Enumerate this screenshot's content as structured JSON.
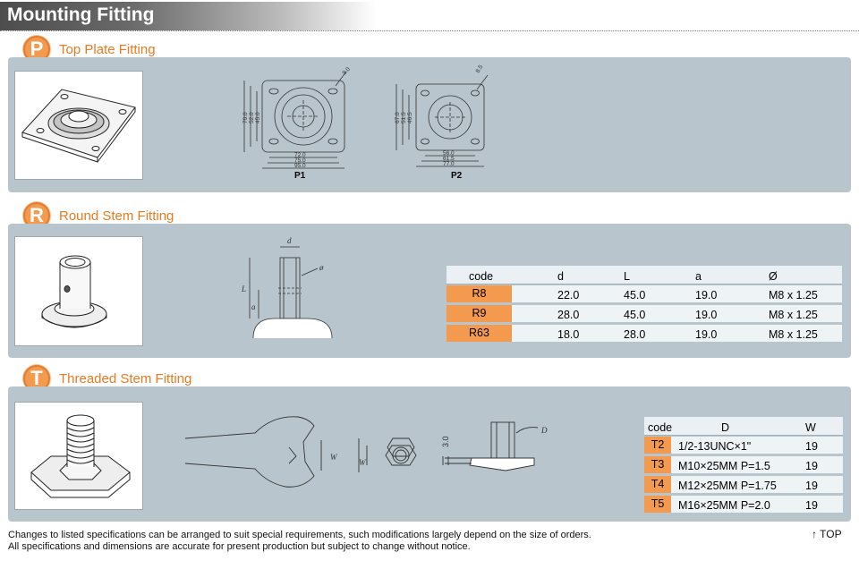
{
  "header": {
    "title": "Mounting Fitting"
  },
  "sections": {
    "p": {
      "badge": "P",
      "title": "Top Plate Fitting",
      "drawings": {
        "p1": {
          "label": "P1",
          "dims_vertical": [
            "70.0",
            "52.0",
            "45.0"
          ],
          "dims_horizontal": [
            "72.0",
            "75.0",
            "95.0"
          ],
          "hole": "9.0"
        },
        "p2": {
          "label": "P2",
          "dims_vertical": [
            "67.0",
            "51.5",
            "46.5"
          ],
          "dims_horizontal": [
            "56.0",
            "61.5",
            "77.0"
          ],
          "hole": "8.5"
        }
      }
    },
    "r": {
      "badge": "R",
      "title": "Round Stem Fitting",
      "drawing_labels": {
        "d": "d",
        "phi": "ø",
        "L": "L",
        "a": "a"
      },
      "table": {
        "headers": [
          "code",
          "d",
          "L",
          "a",
          "Ø"
        ],
        "rows": [
          {
            "code": "R8",
            "d": "22.0",
            "L": "45.0",
            "a": "19.0",
            "phi": "M8 x 1.25"
          },
          {
            "code": "R9",
            "d": "28.0",
            "L": "45.0",
            "a": "19.0",
            "phi": "M8 x 1.25"
          },
          {
            "code": "R63",
            "d": "18.0",
            "L": "28.0",
            "a": "19.0",
            "phi": "M8 x 1.25"
          }
        ]
      }
    },
    "t": {
      "badge": "T",
      "title": "Threaded Stem Fitting",
      "drawing_labels": {
        "w1": "W",
        "w2": "W",
        "h": "3.0",
        "d": "D"
      },
      "table": {
        "headers": [
          "code",
          "D",
          "W"
        ],
        "rows": [
          {
            "code": "T2",
            "d": "1/2-13UNC×1\"",
            "w": "19"
          },
          {
            "code": "T3",
            "d": "M10×25MM P=1.5",
            "w": "19"
          },
          {
            "code": "T4",
            "d": "M12×25MM P=1.75",
            "w": "19"
          },
          {
            "code": "T5",
            "d": "M16×25MM P=2.0",
            "w": "19"
          }
        ]
      }
    }
  },
  "footer": {
    "line1": "Changes to listed specifications can be arranged to suit special requirements, such modifications largely depend on the size of orders.",
    "line2": "All specifications and dimensions are accurate for present production but subject to change without notice.",
    "top_link": "↑ TOP"
  },
  "colors": {
    "accent_orange": "#f39a4f",
    "title_orange": "#e87a22",
    "panel_gray": "#b8c5cc",
    "header_dark": "#4d4d4d"
  }
}
